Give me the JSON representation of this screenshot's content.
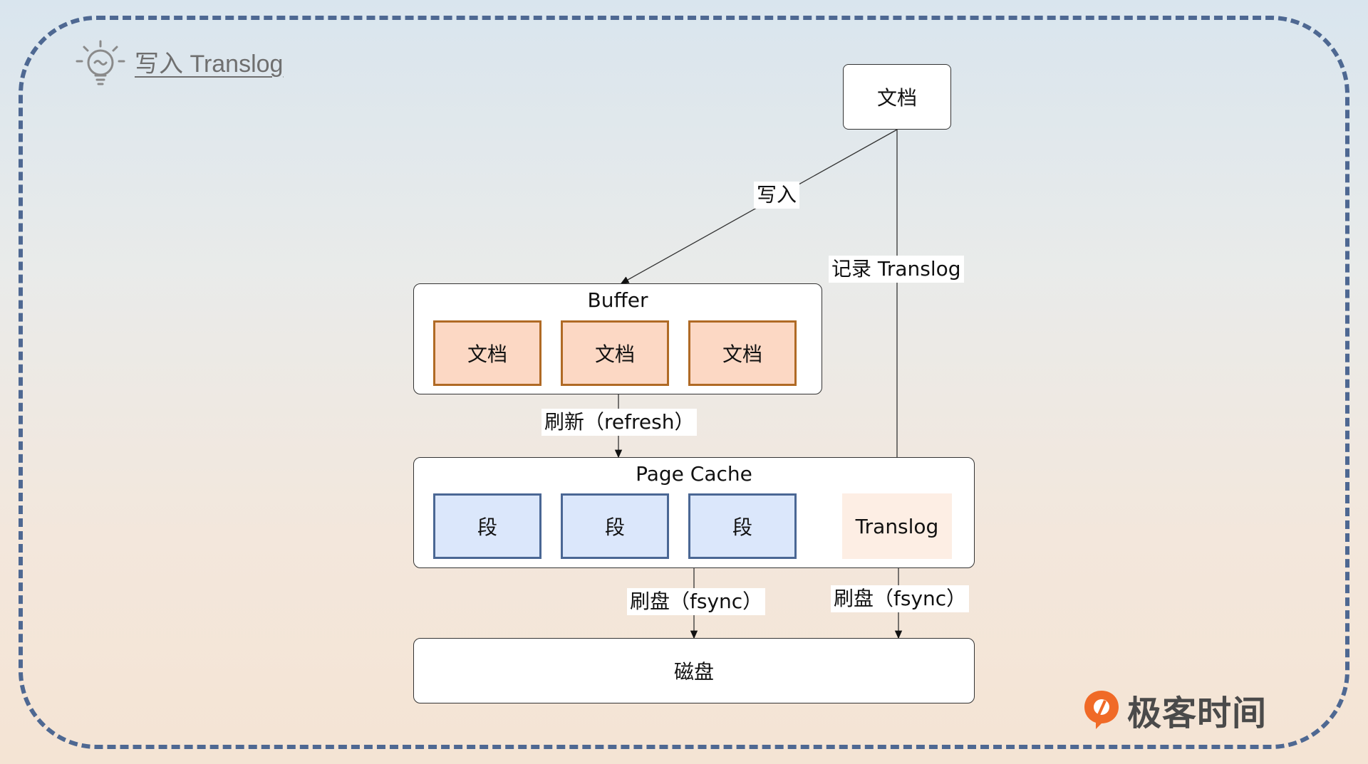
{
  "header": {
    "title": "写入 Translog",
    "icon": "lightbulb-icon"
  },
  "nodes": {
    "top_doc": "文档",
    "buffer": {
      "label": "Buffer",
      "items": [
        "文档",
        "文档",
        "文档"
      ]
    },
    "page_cache": {
      "label": "Page Cache",
      "segments": [
        "段",
        "段",
        "段"
      ],
      "translog": "Translog"
    },
    "disk": "磁盘"
  },
  "edges": {
    "write": "写入",
    "record_translog": "记录 Translog",
    "refresh": "刷新（refresh）",
    "fsync_segments": "刷盘（fsync）",
    "fsync_translog": "刷盘（fsync）"
  },
  "brand": {
    "name": "极客时间",
    "color": "#f06a27"
  },
  "colors": {
    "frame": "#4e6892",
    "doc_fill": "#fcd8c4",
    "doc_border": "#b06a25",
    "segment_fill": "#dbe7fb",
    "segment_border": "#4a6794",
    "translog_fill": "#fdeee4"
  }
}
